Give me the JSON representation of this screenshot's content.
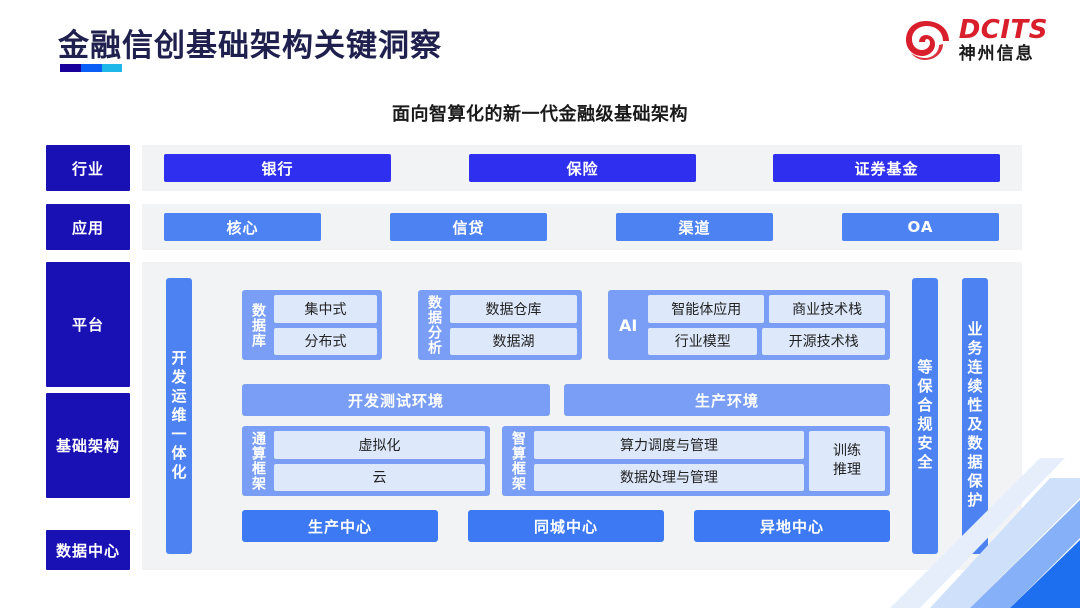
{
  "header": {
    "title": "金融信创基础架构关键洞察",
    "logo": {
      "en": "DCITS",
      "cn": "神州信息",
      "mark": "dcits-swirl-logo"
    }
  },
  "subtitle": "面向智算化的新一代金融级基础架构",
  "sidebar": {
    "items": [
      {
        "label": "行业"
      },
      {
        "label": "应用"
      },
      {
        "label": "平台"
      },
      {
        "label": "基础架构"
      },
      {
        "label": "数据中心"
      }
    ]
  },
  "industry_row": {
    "boxes": [
      "银行",
      "保险",
      "证券基金"
    ]
  },
  "application_row": {
    "boxes": [
      "核心",
      "信贷",
      "渠道",
      "OA"
    ]
  },
  "left_bar": {
    "label": "开发运维一体化"
  },
  "right_bars": [
    {
      "label": "等保合规安全"
    },
    {
      "label": "业务连续性及数据保护"
    }
  ],
  "platform": {
    "groups": [
      {
        "label": "数据库",
        "items": [
          "集中式",
          "分布式"
        ]
      },
      {
        "label": "数据分析",
        "items": [
          "数据仓库",
          "数据湖"
        ]
      },
      {
        "label": "AI",
        "label_horizontal": true,
        "grid": [
          [
            "智能体应用",
            "商业技术栈"
          ],
          [
            "行业模型",
            "开源技术栈"
          ]
        ]
      }
    ],
    "environments": [
      "开发测试环境",
      "生产环境"
    ]
  },
  "infrastructure": {
    "groups": [
      {
        "label": "通算框架",
        "items": [
          "虚拟化",
          "云"
        ]
      },
      {
        "label": "智算框架",
        "items": [
          "算力调度与管理",
          "数据处理与管理"
        ],
        "side": "训练\n推理",
        "side_line1": "训练",
        "side_line2": "推理"
      }
    ]
  },
  "datacenter": {
    "boxes": [
      "生产中心",
      "同城中心",
      "异地中心"
    ]
  },
  "colors": {
    "navy": "#1a11b5",
    "industry_blue": "#2f2ff0",
    "app_blue": "#4d82f3",
    "group_blue": "#7a9ef5",
    "pill_blue": "#dde8fb",
    "dc_blue": "#3d79f2",
    "panel_grey": "#f2f3f5",
    "title_navy": "#20204f",
    "logo_red": "#d91f2c"
  }
}
